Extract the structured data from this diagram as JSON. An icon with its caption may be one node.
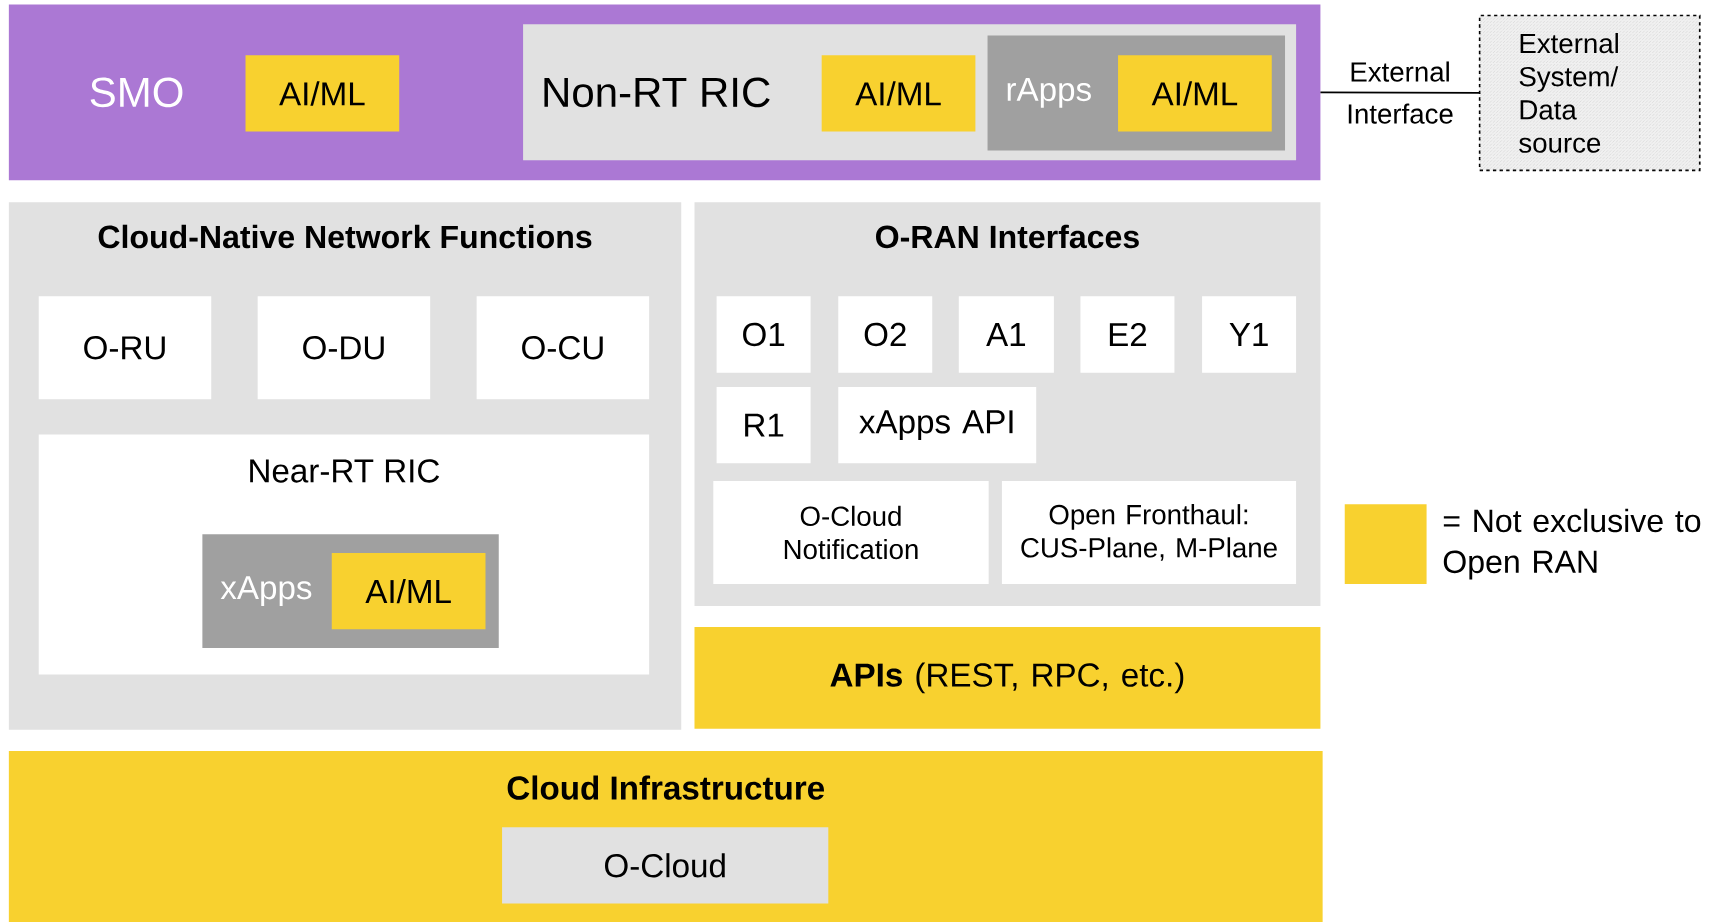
{
  "diagram": {
    "nodes": [
      {
        "text": [
          "SMO"
        ]
      },
      {
        "text": [
          "AI/ML"
        ],
        "in": 0
      },
      {
        "text": [
          "Non-RT RIC"
        ],
        "in": 0
      },
      {
        "text": [
          "AI/ML"
        ],
        "in": 2
      },
      {
        "text": [
          "rApps"
        ],
        "in": 2
      },
      {
        "text": [
          "AI/ML"
        ],
        "in": 4
      },
      {
        "text": [
          "External System/ Data source"
        ]
      },
      {
        "text": [
          "Cloud-Native Network Functions"
        ]
      },
      {
        "text": [
          "O-RU"
        ],
        "in": 7
      },
      {
        "text": [
          "O-DU"
        ],
        "in": 7
      },
      {
        "text": [
          "O-CU"
        ],
        "in": 7
      },
      {
        "text": [
          "Near-RT RIC"
        ],
        "in": 7
      },
      {
        "text": [
          "xApps"
        ],
        "in": 11
      },
      {
        "text": [
          "AI/ML"
        ],
        "in": 12
      },
      {
        "text": [
          "O-RAN Interfaces"
        ]
      },
      {
        "text": [
          "O1"
        ],
        "in": 14
      },
      {
        "text": [
          "O2"
        ],
        "in": 14
      },
      {
        "text": [
          "A1"
        ],
        "in": 14
      },
      {
        "text": [
          "E2"
        ],
        "in": 14
      },
      {
        "text": [
          "Y1"
        ],
        "in": 14
      },
      {
        "text": [
          "R1"
        ],
        "in": 14
      },
      {
        "text": [
          "xApps API"
        ],
        "in": 14
      },
      {
        "text": [
          "O-Cloud Notification"
        ],
        "in": 14
      },
      {
        "text": [
          "Open Fronthaul: CUS-Plane, M-Plane"
        ],
        "in": 14
      },
      {
        "text": [
          "**APIs** (REST, RPC, etc.)"
        ]
      },
      {
        "text": [
          "Cloud Infrastructure"
        ]
      },
      {
        "text": [
          "O-Cloud"
        ],
        "in": 25
      }
    ],
    "edges": [
      {
        "from": 0,
        "to": 6,
        "arrow": "none",
        "label": "External Interface"
      }
    ],
    "legend": [
      {
        "text": "= Not exclusive to Open RAN",
        "color": "#f8d12f"
      }
    ]
  }
}
